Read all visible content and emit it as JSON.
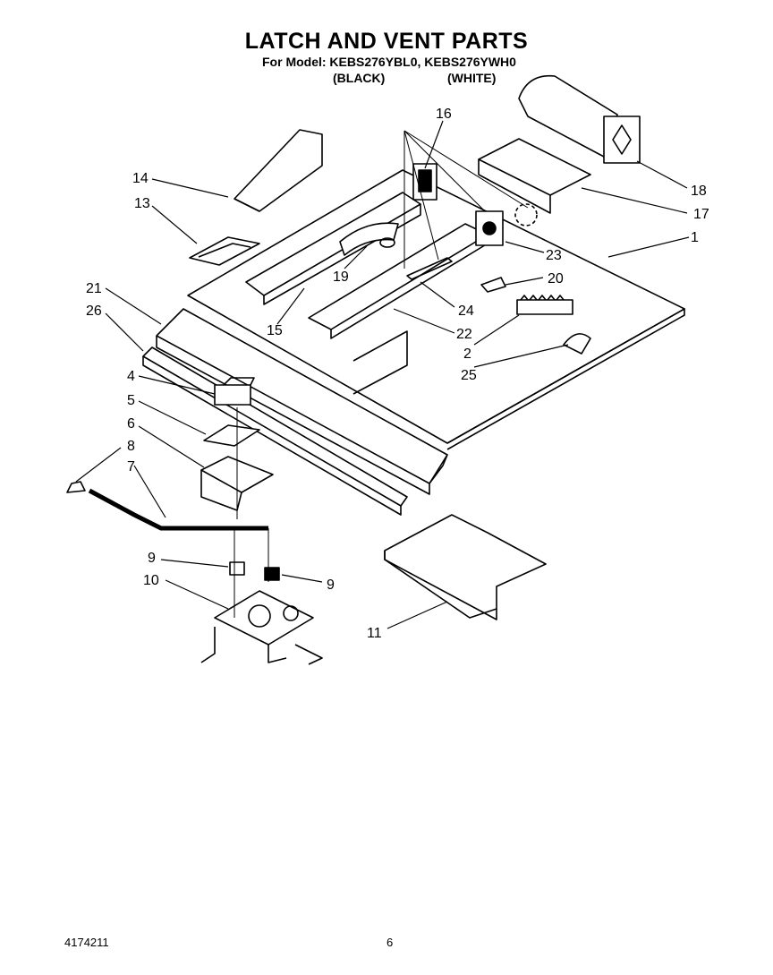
{
  "header": {
    "title": "LATCH AND VENT PARTS",
    "model_line": "For Model: KEBS276YBL0, KEBS276YWH0",
    "variant_black": "(BLACK)",
    "variant_white": "(WHITE)"
  },
  "callouts": [
    "14",
    "13",
    "16",
    "18",
    "17",
    "1",
    "23",
    "20",
    "19",
    "24",
    "15",
    "22",
    "21",
    "26",
    "2",
    "25",
    "4",
    "5",
    "6",
    "8",
    "7",
    "9",
    "10",
    "9",
    "11"
  ],
  "footer": {
    "doc_number": "4174211",
    "page_number": "6"
  }
}
